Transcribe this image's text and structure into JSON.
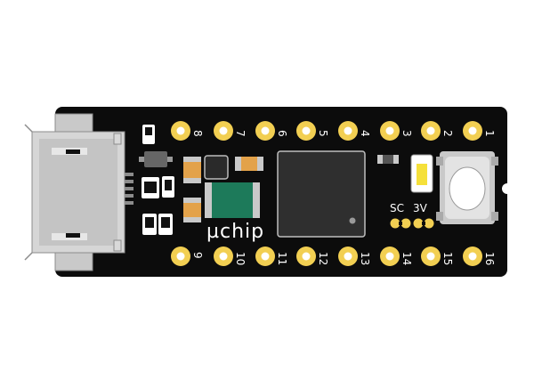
{
  "board": {
    "logo_text": "µchip",
    "top_pins": [
      "8",
      "7",
      "6",
      "5",
      "4",
      "3",
      "2",
      "1"
    ],
    "bottom_pins": [
      "9",
      "10",
      "11",
      "12",
      "13",
      "14",
      "15",
      "16"
    ],
    "jumpers": [
      "SC",
      "3V"
    ],
    "colors": {
      "pcb": "#0c0c0c",
      "gold": "#f2cf52",
      "connector": "#d4d4d4",
      "chip": "#2f2f2f",
      "inductor": "#1d7a5a",
      "capacitor": "#e3a24a",
      "led": "#f5e03a"
    }
  }
}
